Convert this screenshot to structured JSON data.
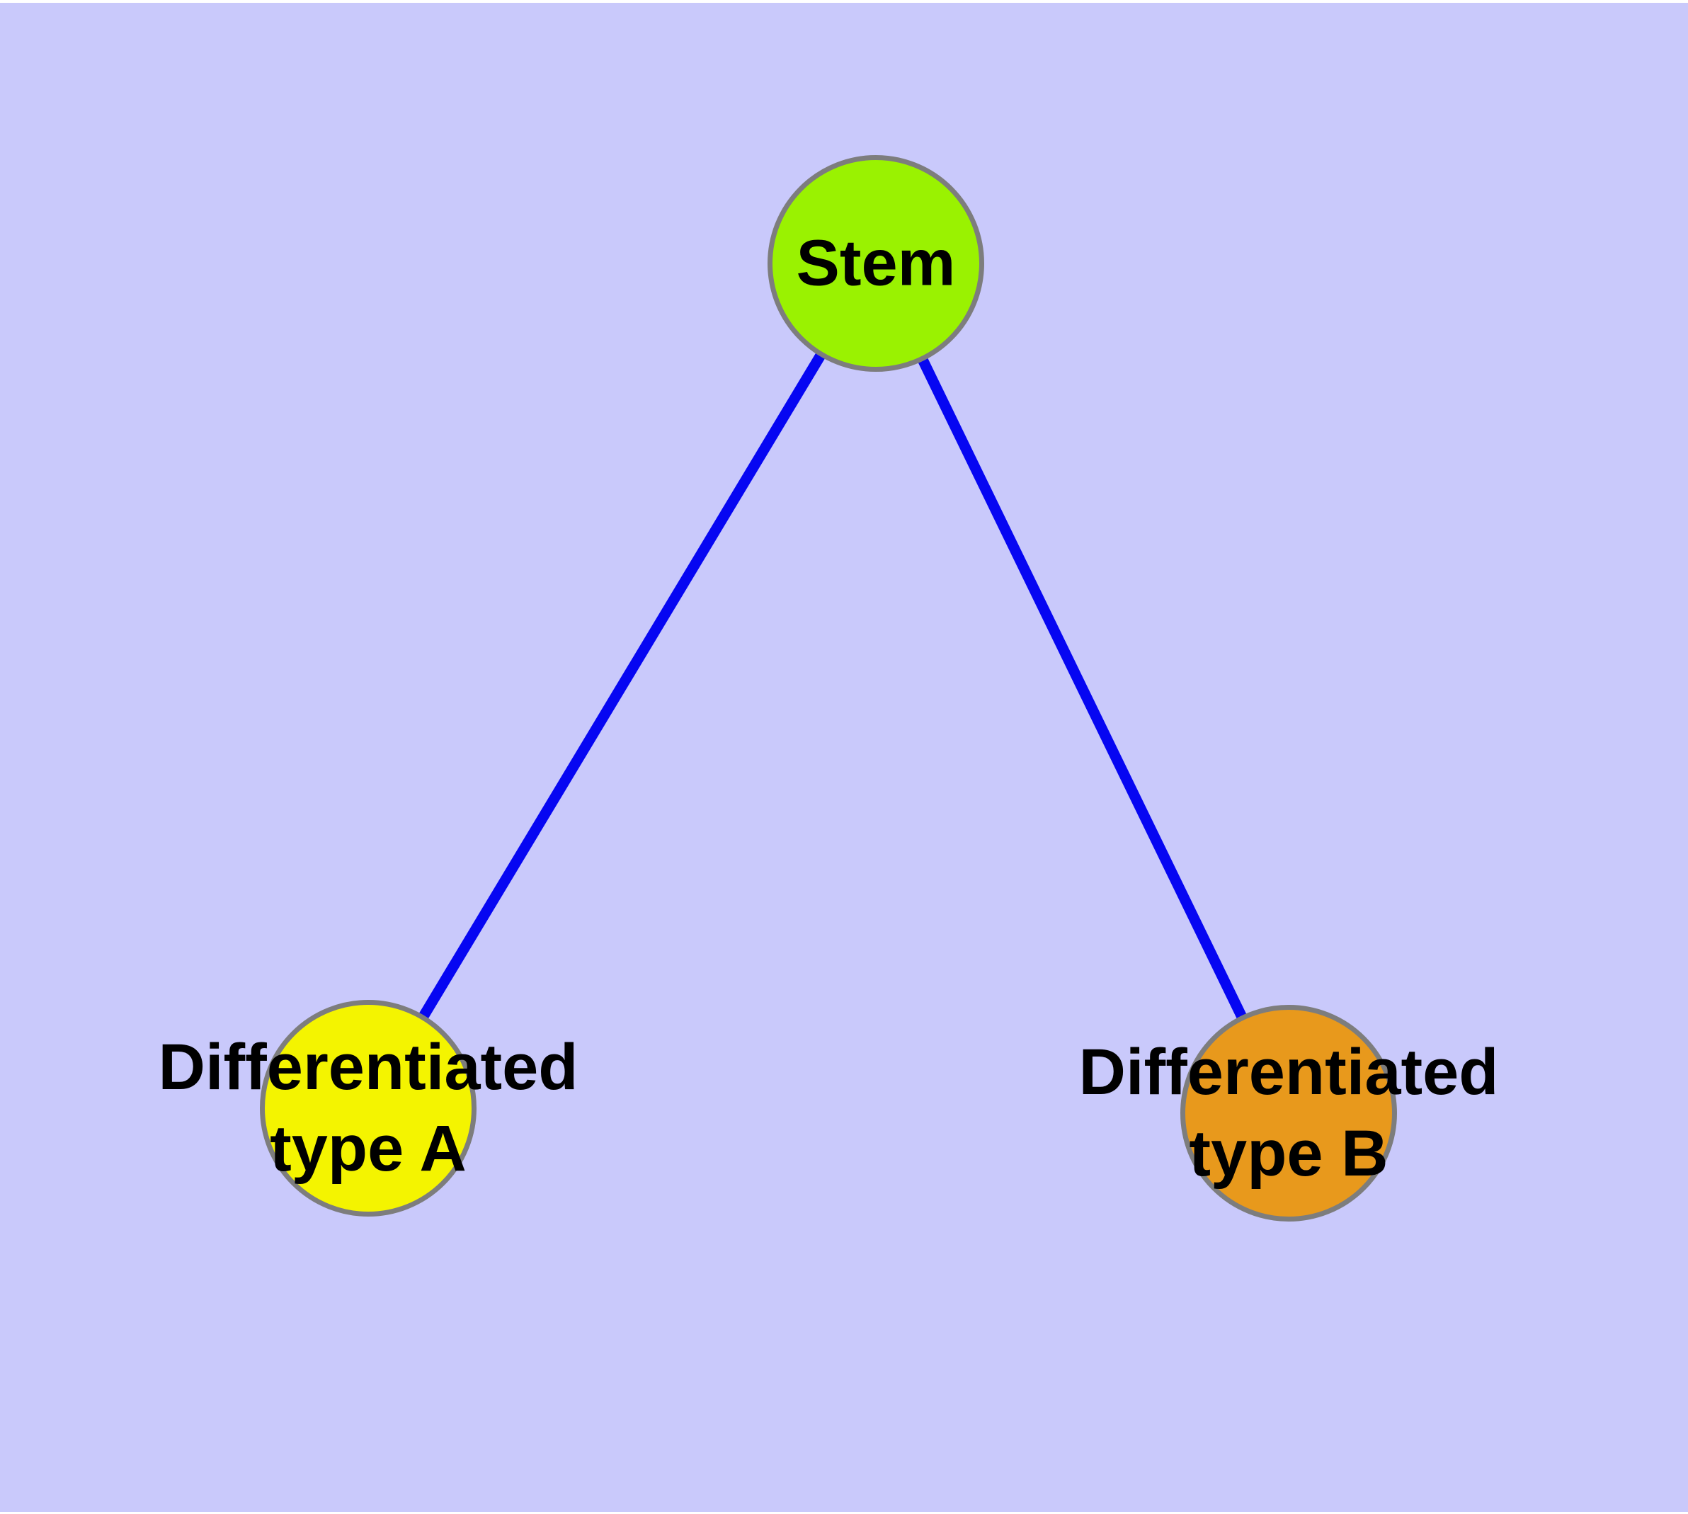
{
  "canvas": {
    "background_color": "#c9c9fb",
    "frame_color": "#ffffff"
  },
  "diagram": {
    "type": "node-link-graph",
    "edge_color": "#0606f2",
    "node_border_color": "#7d7d7d",
    "label_color": "#000000",
    "nodes": [
      {
        "id": "stem",
        "label": "Stem",
        "fill": "#9af201",
        "shape": "circle"
      },
      {
        "id": "type-a",
        "label": "Differentiated\ntype A",
        "fill": "#f4f400",
        "shape": "circle"
      },
      {
        "id": "type-b",
        "label": "Differentiated\ntype B",
        "fill": "#e8991c",
        "shape": "circle"
      }
    ],
    "edges": [
      {
        "from": "Stem",
        "to": "Differentiated type A"
      },
      {
        "from": "Stem",
        "to": "Differentiated type B"
      }
    ]
  }
}
